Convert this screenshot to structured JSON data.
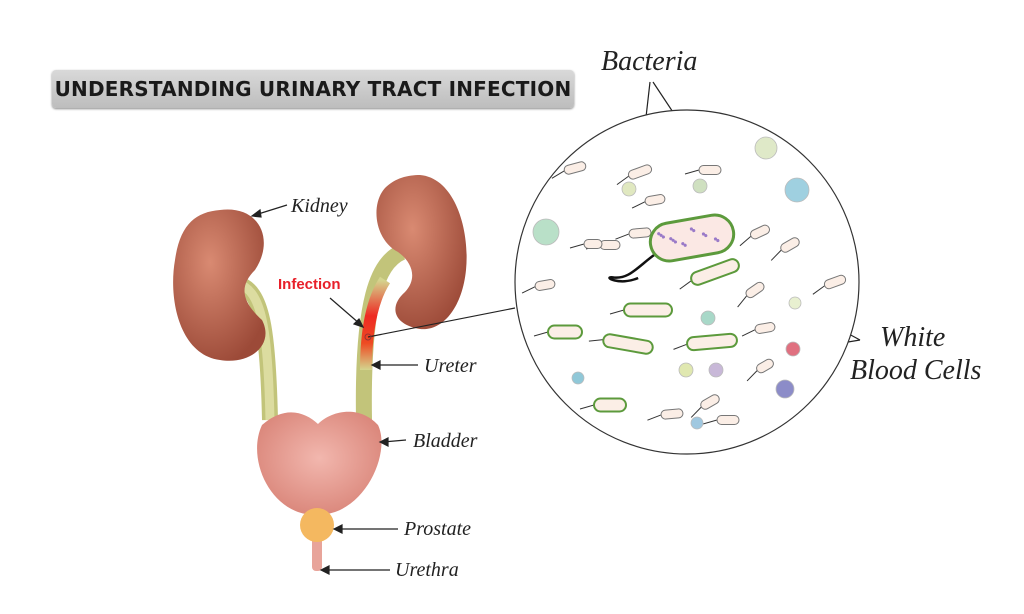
{
  "title": "UNDERSTANDING URINARY TRACT INFECTION",
  "labels": {
    "kidney": "Kidney",
    "infection": "Infection",
    "ureter": "Ureter",
    "bladder": "Bladder",
    "prostate": "Prostate",
    "urethra": "Urethra",
    "bacteria": "Bacteria",
    "wbc_line1": "White",
    "wbc_line2": "Blood Cells"
  },
  "colors": {
    "kidney": "#b8604a",
    "ureter": "#d4d58e",
    "bladder": "#eaa39a",
    "prostate": "#f4b860",
    "infection": "#e8202a",
    "bacteria_outline": "#5c9a3c"
  }
}
